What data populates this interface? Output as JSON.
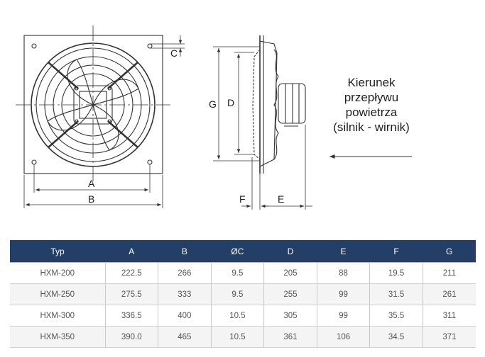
{
  "drawing": {
    "dimension_labels": {
      "A": "A",
      "B": "B",
      "C": "C",
      "D": "D",
      "G": "G",
      "E": "E",
      "F": "F"
    }
  },
  "caption": {
    "lines": [
      "Kierunek",
      "przepływu",
      "powietrza",
      "(silnik - wirnik)"
    ]
  },
  "table": {
    "headers": [
      "Typ",
      "A",
      "B",
      "ØC",
      "D",
      "E",
      "F",
      "G"
    ],
    "rows": [
      [
        "HXM-200",
        "222.5",
        "266",
        "9.5",
        "205",
        "88",
        "19.5",
        "211"
      ],
      [
        "HXM-250",
        "275.5",
        "333",
        "9.5",
        "255",
        "99",
        "31.5",
        "261"
      ],
      [
        "HXM-300",
        "336.5",
        "400",
        "10.5",
        "305",
        "99",
        "35.5",
        "311"
      ],
      [
        "HXM-350",
        "390.0",
        "465",
        "10.5",
        "361",
        "106",
        "34.5",
        "371"
      ]
    ]
  },
  "colors": {
    "header_bg": "#233e67",
    "line": "#333333"
  }
}
